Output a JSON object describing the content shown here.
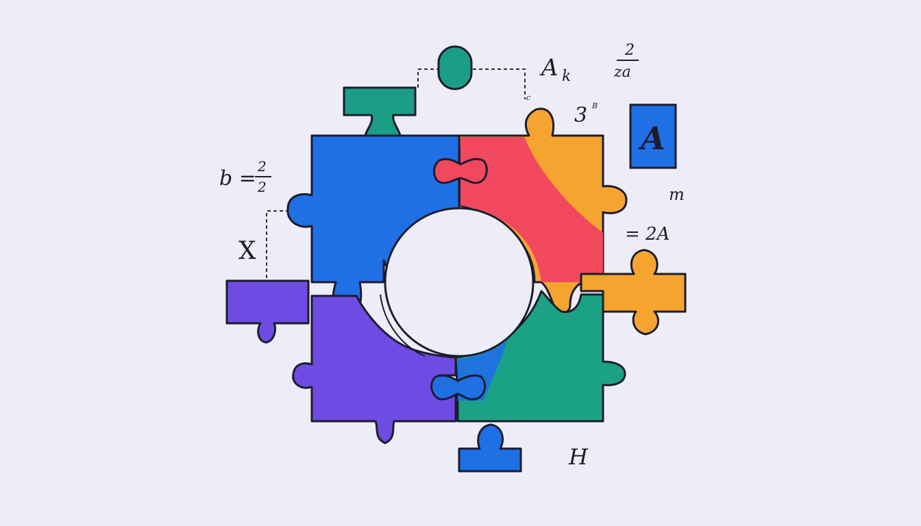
{
  "colors": {
    "background": "#ecedf7",
    "outline": "#1c1c2e",
    "blue": "#1f6fe5",
    "red": "#f1485e",
    "orange": "#f4a42f",
    "purple": "#6e4be2",
    "green": "#1ba285",
    "teal": "#1a9e86"
  },
  "icons": {
    "badge": "letter-a-badge"
  },
  "labels": {
    "a_k": "A",
    "a_k_sub": "k",
    "frac_top": "2",
    "frac_bottom": "za",
    "c_small": "c",
    "three": "3",
    "three_sup": "B",
    "badge_letter": "A",
    "b_eq": "b = ",
    "b_frac_top": "2",
    "b_frac_bottom": "2",
    "m": "m",
    "eq_2a": "= 2A",
    "x": "X",
    "h": "H"
  }
}
